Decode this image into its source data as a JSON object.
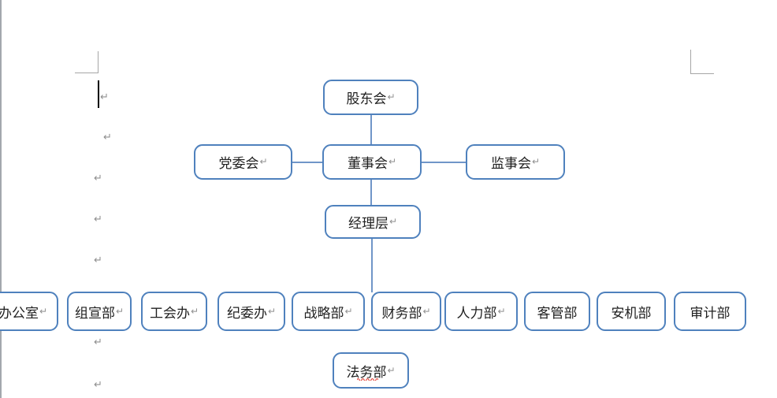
{
  "marks": {
    "pilcrow": "↵"
  },
  "colors": {
    "node_border": "#4f81bd",
    "connector": "#7096c8",
    "formatting_mark": "#8f8f8f",
    "margin_mark": "#a6a6a6",
    "spellcheck_squiggle": "#e03c31",
    "text": "#1f1f1f",
    "page_background": "#ffffff"
  },
  "org_chart": {
    "level1": {
      "label": "股东会"
    },
    "level2": [
      {
        "label": "党委会"
      },
      {
        "label": "董事会"
      },
      {
        "label": "监事会"
      }
    ],
    "level3": {
      "label": "经理层"
    },
    "departments": [
      {
        "label": "办公室"
      },
      {
        "label": "组宣部"
      },
      {
        "label": "工会办"
      },
      {
        "label": "纪委办"
      },
      {
        "label": "战略部"
      },
      {
        "label": "财务部"
      },
      {
        "label": "人力部"
      },
      {
        "label": "客管部"
      },
      {
        "label": "安机部"
      },
      {
        "label": "审计部"
      }
    ],
    "level5": {
      "label": "法务部"
    }
  }
}
